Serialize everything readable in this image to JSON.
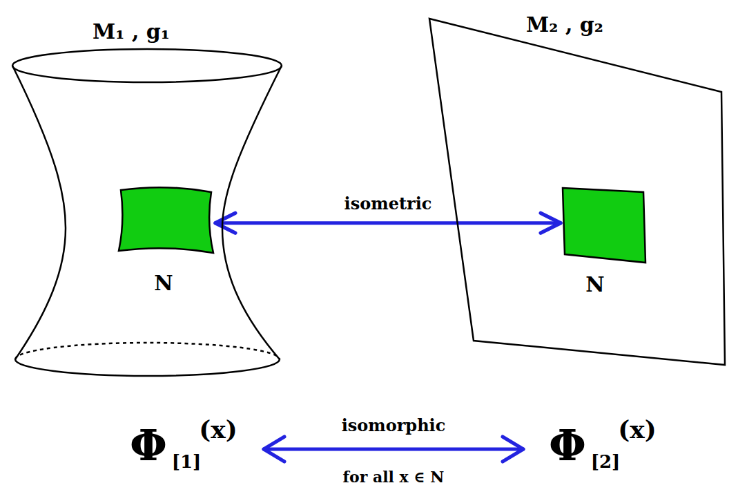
{
  "diagram": {
    "nodes": [
      {
        "text": [
          "M₁ , g₁"
        ]
      },
      {
        "text": [
          "N"
        ],
        "in": 0
      },
      {
        "text": [
          "M₂ , g₂"
        ]
      },
      {
        "text": [
          "N"
        ],
        "in": 2
      }
    ],
    "edges": [
      {
        "from": 1,
        "to": 3,
        "arrow": "both",
        "label": "isometric"
      }
    ],
    "labels": [
      "Φ",
      "[1]",
      "(x)",
      "isomorphic",
      "Φ",
      "[2]",
      "(x)",
      "for all x ∈ N"
    ]
  }
}
